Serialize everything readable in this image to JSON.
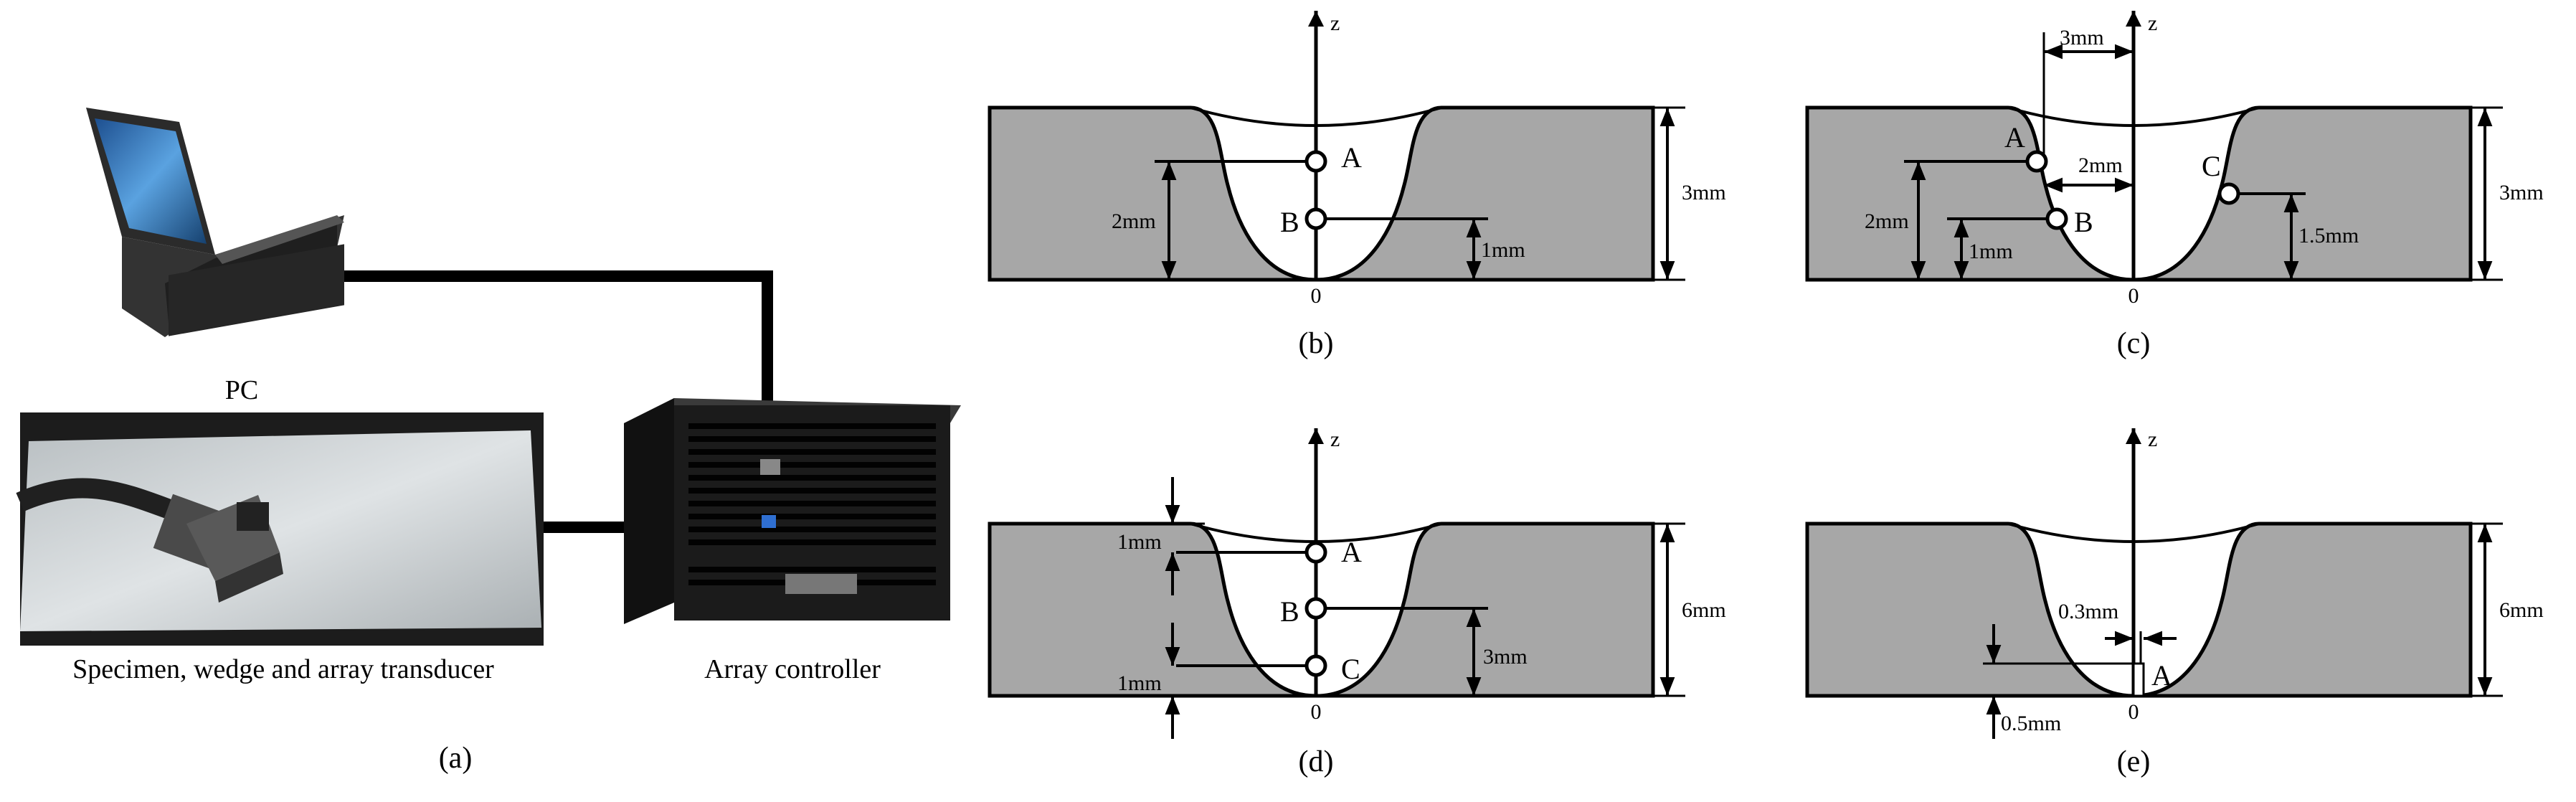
{
  "panel_a": {
    "pc_label": "PC",
    "specimen_label": "Specimen, wedge and array transducer",
    "controller_label": "Array controller",
    "caption": "(a)"
  },
  "axis": {
    "z": "z",
    "origin": "0"
  },
  "panel_b": {
    "caption": "(b)",
    "point_a": "A",
    "point_b": "B",
    "dim_a": "2mm",
    "dim_b": "1mm",
    "thickness": "3mm"
  },
  "panel_c": {
    "caption": "(c)",
    "point_a": "A",
    "point_b": "B",
    "point_c": "C",
    "dim_top": "3mm",
    "dim_mid": "2mm",
    "dim_a": "2mm",
    "dim_b": "1mm",
    "dim_c": "1.5mm",
    "thickness": "3mm"
  },
  "panel_d": {
    "caption": "(d)",
    "point_a": "A",
    "point_b": "B",
    "point_c": "C",
    "dim_top": "1mm",
    "dim_bottom": "1mm",
    "dim_b": "3mm",
    "thickness": "6mm"
  },
  "panel_e": {
    "caption": "(e)",
    "point_a": "A",
    "dim_gap": "0.3mm",
    "dim_height": "0.5mm",
    "thickness": "6mm"
  },
  "colors": {
    "plate": "#a7a7a7",
    "line": "#000000",
    "background": "#ffffff",
    "laptop_body": "#2b2b2b",
    "screen": "#3d7fc4",
    "specimen": "#c9cfd2",
    "controller": "#1b1b1b"
  }
}
